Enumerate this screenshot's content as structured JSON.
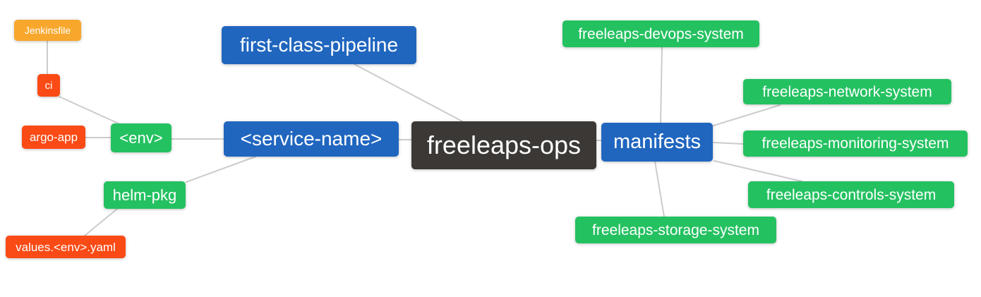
{
  "mindmap": {
    "type": "mindmap",
    "root": "freeleaps-ops",
    "colors": {
      "blue": "#2066bf",
      "green": "#24c161",
      "red": "#fa4a15",
      "orange": "#f7a72c",
      "dark": "#3b3835",
      "edge": "#cccccc",
      "text": "#ffffff",
      "background": "#ffffff"
    },
    "nodes": [
      {
        "id": "jenkinsfile",
        "label": "Jenkinsfile",
        "color": "orange"
      },
      {
        "id": "ci",
        "label": "ci",
        "color": "red"
      },
      {
        "id": "argo-app",
        "label": "argo-app",
        "color": "red"
      },
      {
        "id": "env",
        "label": "<env>",
        "color": "green"
      },
      {
        "id": "helm-pkg",
        "label": "helm-pkg",
        "color": "green"
      },
      {
        "id": "values-env-yaml",
        "label": "values.<env>.yaml",
        "color": "red"
      },
      {
        "id": "first-class-pipeline",
        "label": "first-class-pipeline",
        "color": "blue"
      },
      {
        "id": "service-name",
        "label": "<service-name>",
        "color": "blue"
      },
      {
        "id": "freeleaps-ops",
        "label": "freeleaps-ops",
        "color": "dark"
      },
      {
        "id": "manifests",
        "label": "manifests",
        "color": "blue"
      },
      {
        "id": "freeleaps-devops-system",
        "label": "freeleaps-devops-system",
        "color": "green"
      },
      {
        "id": "freeleaps-network-system",
        "label": "freeleaps-network-system",
        "color": "green"
      },
      {
        "id": "freeleaps-monitoring-system",
        "label": "freeleaps-monitoring-system",
        "color": "green"
      },
      {
        "id": "freeleaps-controls-system",
        "label": "freeleaps-controls-system",
        "color": "green"
      },
      {
        "id": "freeleaps-storage-system",
        "label": "freeleaps-storage-system",
        "color": "green"
      }
    ],
    "edges": [
      {
        "from": "jenkinsfile",
        "to": "ci",
        "points": [
          67,
          58,
          67,
          105
        ]
      },
      {
        "from": "ci",
        "to": "env",
        "points": [
          84,
          137,
          170,
          176
        ]
      },
      {
        "from": "argo-app",
        "to": "env",
        "points": [
          121,
          195,
          157,
          195
        ]
      },
      {
        "from": "env",
        "to": "service-name",
        "points": [
          243,
          197,
          317,
          197
        ]
      },
      {
        "from": "helm-pkg",
        "to": "service-name",
        "points": [
          264,
          258,
          362,
          222
        ]
      },
      {
        "from": "values-env-yaml",
        "to": "helm-pkg",
        "points": [
          120,
          334,
          166,
          296
        ]
      },
      {
        "from": "first-class-pipeline",
        "to": "freeleaps-ops",
        "points": [
          502,
          91,
          655,
          172
        ]
      },
      {
        "from": "service-name",
        "to": "freeleaps-ops",
        "points": [
          565,
          198,
          583,
          198
        ]
      },
      {
        "from": "freeleaps-ops",
        "to": "manifests",
        "points": [
          845,
          199,
          852,
          199
        ]
      },
      {
        "from": "manifests",
        "to": "freeleaps-devops-system",
        "points": [
          936,
          175,
          938,
          67
        ]
      },
      {
        "from": "manifests",
        "to": "freeleaps-network-system",
        "points": [
          1011,
          178,
          1105,
          149
        ]
      },
      {
        "from": "manifests",
        "to": "freeleaps-monitoring-system",
        "points": [
          1011,
          202,
          1053,
          204
        ]
      },
      {
        "from": "manifests",
        "to": "freeleaps-controls-system",
        "points": [
          1012,
          228,
          1136,
          257
        ]
      },
      {
        "from": "manifests",
        "to": "freeleaps-storage-system",
        "points": [
          928,
          229,
          941,
          307
        ]
      }
    ]
  }
}
